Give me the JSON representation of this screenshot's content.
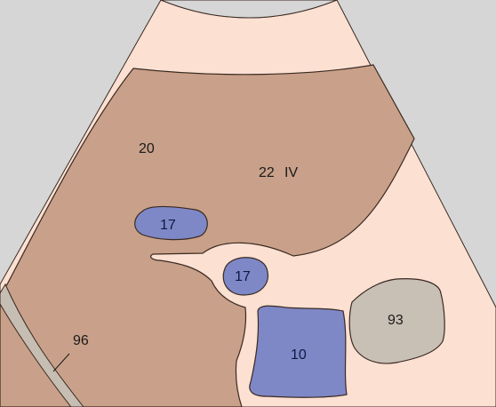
{
  "colors": {
    "background": "#d6d6d6",
    "sector": "#fce0d2",
    "transducer": "#d6d6d6",
    "liver": "#c9a089",
    "vessel": "#7e88c6",
    "gas_mass": "#c8bfb5",
    "body_wall": "#c6bdb3",
    "outline": "#3a2a22"
  },
  "labels": {
    "region_20": "20",
    "region_22": "22",
    "region_22_segment": "IV",
    "vessel_upper": "17",
    "vessel_round": "17",
    "vessel_large": "10",
    "mass": "93",
    "wall": "96"
  }
}
